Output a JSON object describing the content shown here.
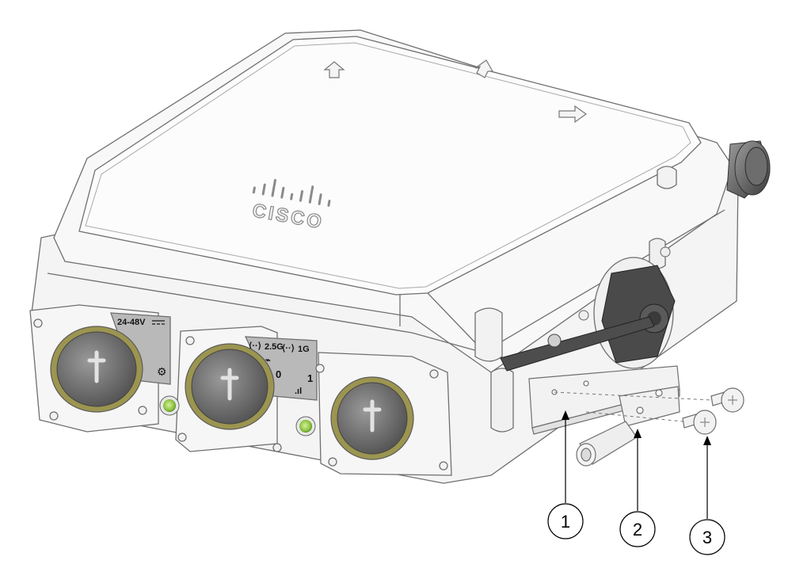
{
  "device": {
    "logo_text": "CISCO",
    "power_label": "24-48V",
    "port0_speed_label": "2.5G",
    "port1_speed_label": "1G",
    "port0_number": "0",
    "port1_number": "1"
  },
  "callouts": [
    {
      "number": "1"
    },
    {
      "number": "2"
    },
    {
      "number": "3"
    }
  ],
  "colors": {
    "body_stroke": "#6f6f6f",
    "body_fill": "#f7f7f7",
    "plug_fill": "#6a6a6a",
    "led_green": "#8ac43f",
    "ring_olive": "#8f8a4a",
    "label_grey": "#b9b9b9"
  }
}
